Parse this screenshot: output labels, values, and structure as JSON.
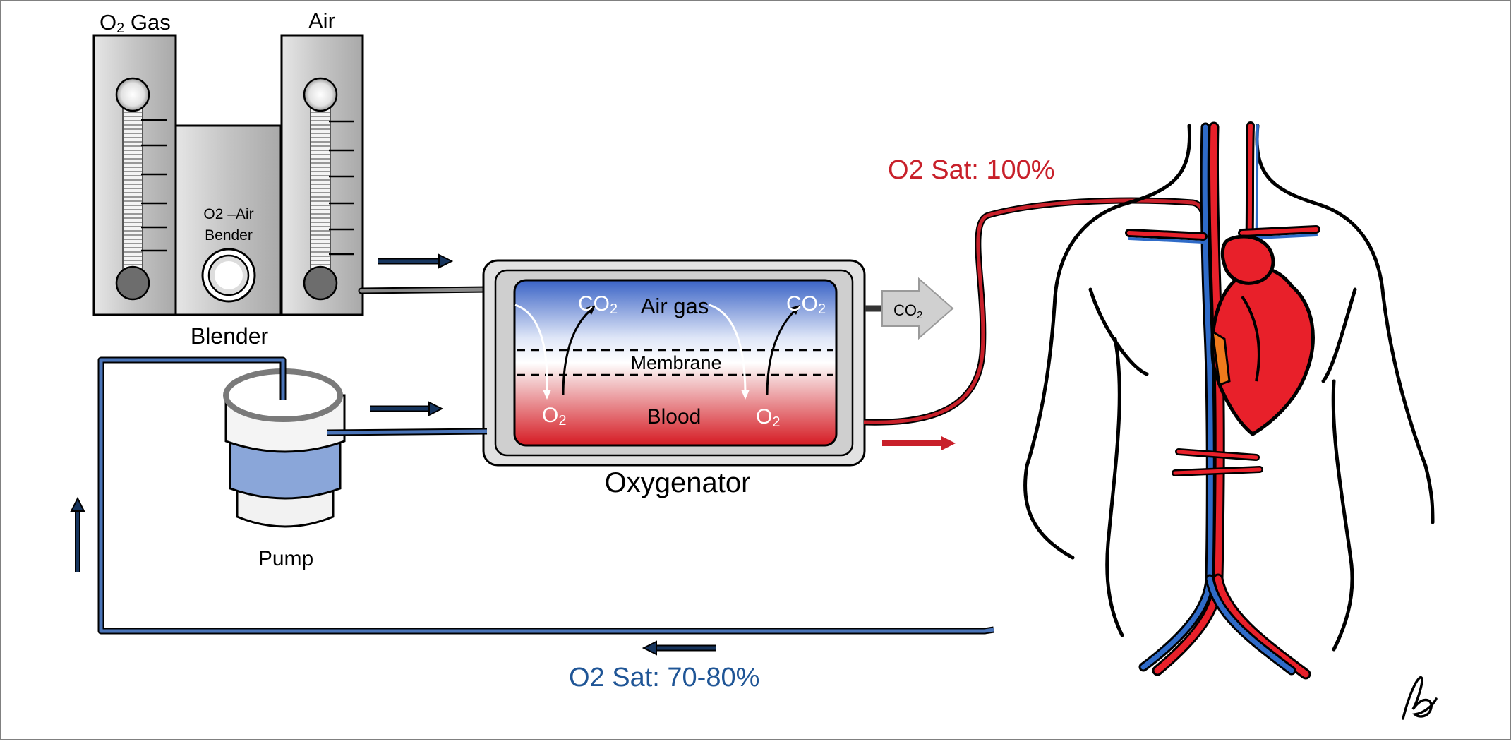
{
  "flowmeters": {
    "o2": {
      "label": "O",
      "sub": "2",
      "suffix": " Gas"
    },
    "air": {
      "label": "Air"
    }
  },
  "blender": {
    "inner_line1": "O2 –Air",
    "inner_line2": "Bender",
    "caption": "Blender"
  },
  "pump": {
    "caption": "Pump"
  },
  "oxygenator": {
    "caption": "Oxygenator",
    "gas_label": "Air gas",
    "membrane_label": "Membrane",
    "blood_label": "Blood",
    "co2_left": "CO",
    "co2_left_sub": "2",
    "co2_right": "CO",
    "co2_right_sub": "2",
    "o2_left": "O",
    "o2_left_sub": "2",
    "o2_right": "O",
    "o2_right_sub": "2",
    "exhaust_label": "CO",
    "exhaust_sub": "2"
  },
  "saturation": {
    "arterial": "O2 Sat: 100%",
    "venous": "O2 Sat: 70-80%"
  },
  "colors": {
    "arterial": "#c8202a",
    "venous": "#1f5596",
    "tube_blue": "#4a74b8",
    "arrow_navy": "#17355e",
    "heart": "#e8202a"
  }
}
